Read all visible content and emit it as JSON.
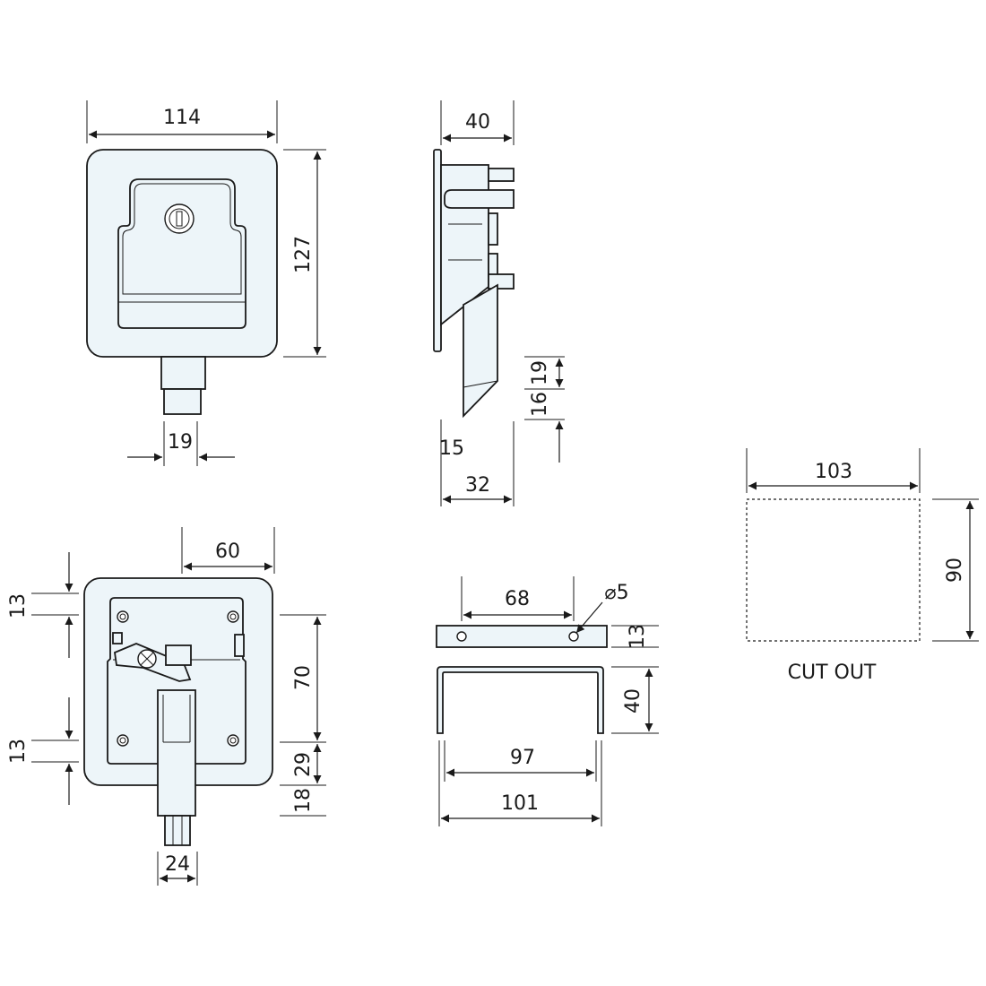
{
  "dimensions": {
    "front_width": "114",
    "front_height": "127",
    "front_shaft": "19",
    "side_depth_top": "40",
    "side_depth_bottom": "32",
    "side_dim_19": "19",
    "side_dim_16": "16",
    "side_dim_15": "15",
    "back_offset": "60",
    "back_left_13_top": "13",
    "back_left_13_bottom": "13",
    "back_70": "70",
    "back_29": "29",
    "back_18": "18",
    "back_shaft": "24",
    "bar_spacing": "68",
    "bar_hole": "⌀5",
    "bar_height": "13",
    "bracket_height": "40",
    "bracket_inner": "97",
    "bracket_outer": "101",
    "cutout_width": "103",
    "cutout_height": "90"
  },
  "labels": {
    "cutout": "CUT OUT"
  },
  "colors": {
    "part_fill": "#edf5f9",
    "line": "#1a1a1a"
  }
}
